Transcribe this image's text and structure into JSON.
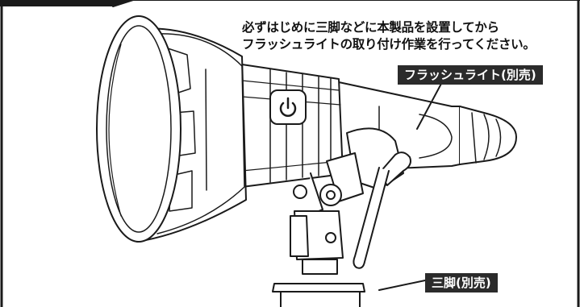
{
  "instruction": {
    "line1": "必ずはじめに三脚などに本製品を設置してから",
    "line2": "フラッシュライトの取り付け作業を行ってください。"
  },
  "callouts": {
    "flashlight": "フラッシュライト(別売)",
    "tripod": "三脚(別売)"
  },
  "colors": {
    "border": "#1a1a1a",
    "label_bg": "#2b2b2b",
    "label_text": "#ffffff"
  }
}
